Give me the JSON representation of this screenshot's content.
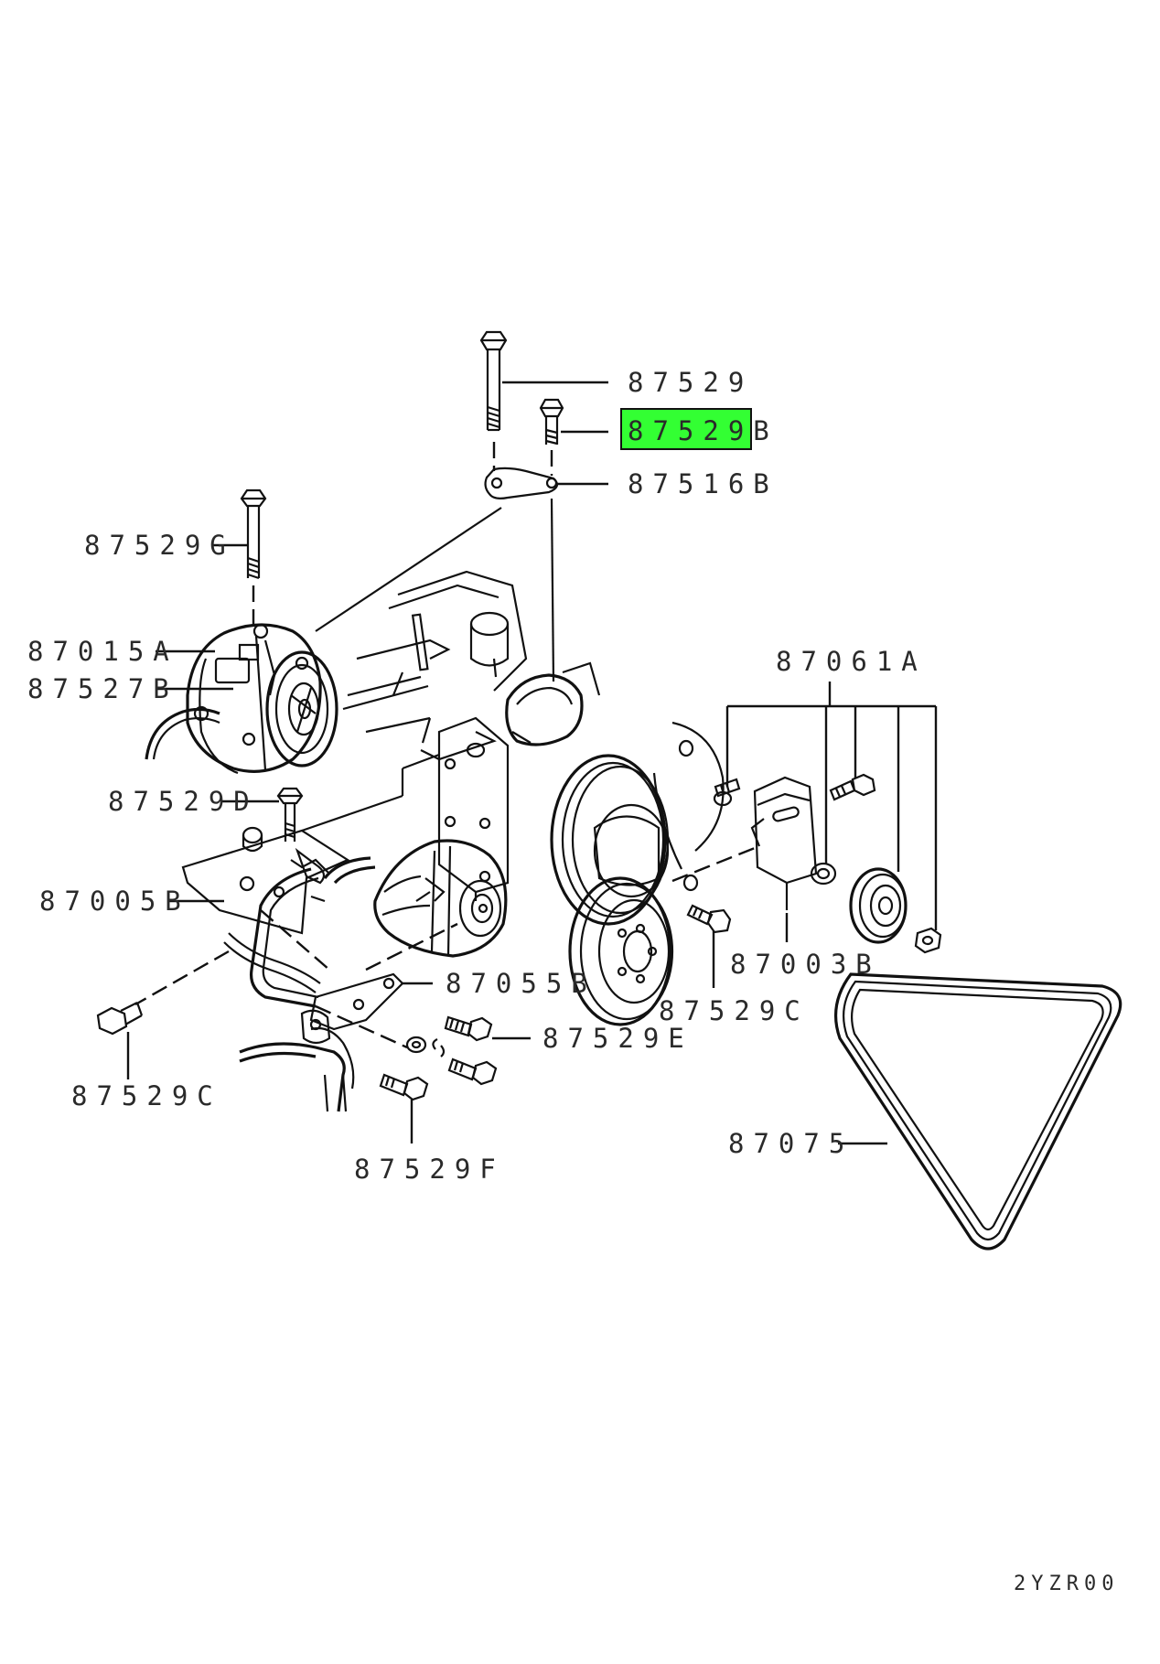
{
  "diagram_id": "2YZR00",
  "highlight_color": "#33ff33",
  "callouts": [
    {
      "key": "p87529",
      "text": "87529"
    },
    {
      "key": "p87529B",
      "text": "87529B",
      "highlighted": true
    },
    {
      "key": "p87516B",
      "text": "87516B"
    },
    {
      "key": "p87529G",
      "text": "87529G"
    },
    {
      "key": "p87015A",
      "text": "87015A"
    },
    {
      "key": "p87527B",
      "text": "87527B"
    },
    {
      "key": "p87061A",
      "text": "87061A"
    },
    {
      "key": "p87529D",
      "text": "87529D"
    },
    {
      "key": "p87005B",
      "text": "87005B"
    },
    {
      "key": "p87003B",
      "text": "87003B"
    },
    {
      "key": "p87055B",
      "text": "87055B"
    },
    {
      "key": "p87529C_right",
      "text": "87529C"
    },
    {
      "key": "p87529E",
      "text": "87529E"
    },
    {
      "key": "p87529C_left",
      "text": "87529C"
    },
    {
      "key": "p87075",
      "text": "87075"
    },
    {
      "key": "p87529F",
      "text": "87529F"
    }
  ],
  "labels": {
    "p87529": "87529",
    "p87529B": "87529B",
    "p87516B": "87516B",
    "p87529G": "87529G",
    "p87015A": "87015A",
    "p87527B": "87527B",
    "p87061A": "87061A",
    "p87529D": "87529D",
    "p87005B": "87005B",
    "p87003B": "87003B",
    "p87055B": "87055B",
    "p87529C_right": "87529C",
    "p87529E": "87529E",
    "p87529C_left": "87529C",
    "p87075": "87075",
    "p87529F": "87529F"
  }
}
